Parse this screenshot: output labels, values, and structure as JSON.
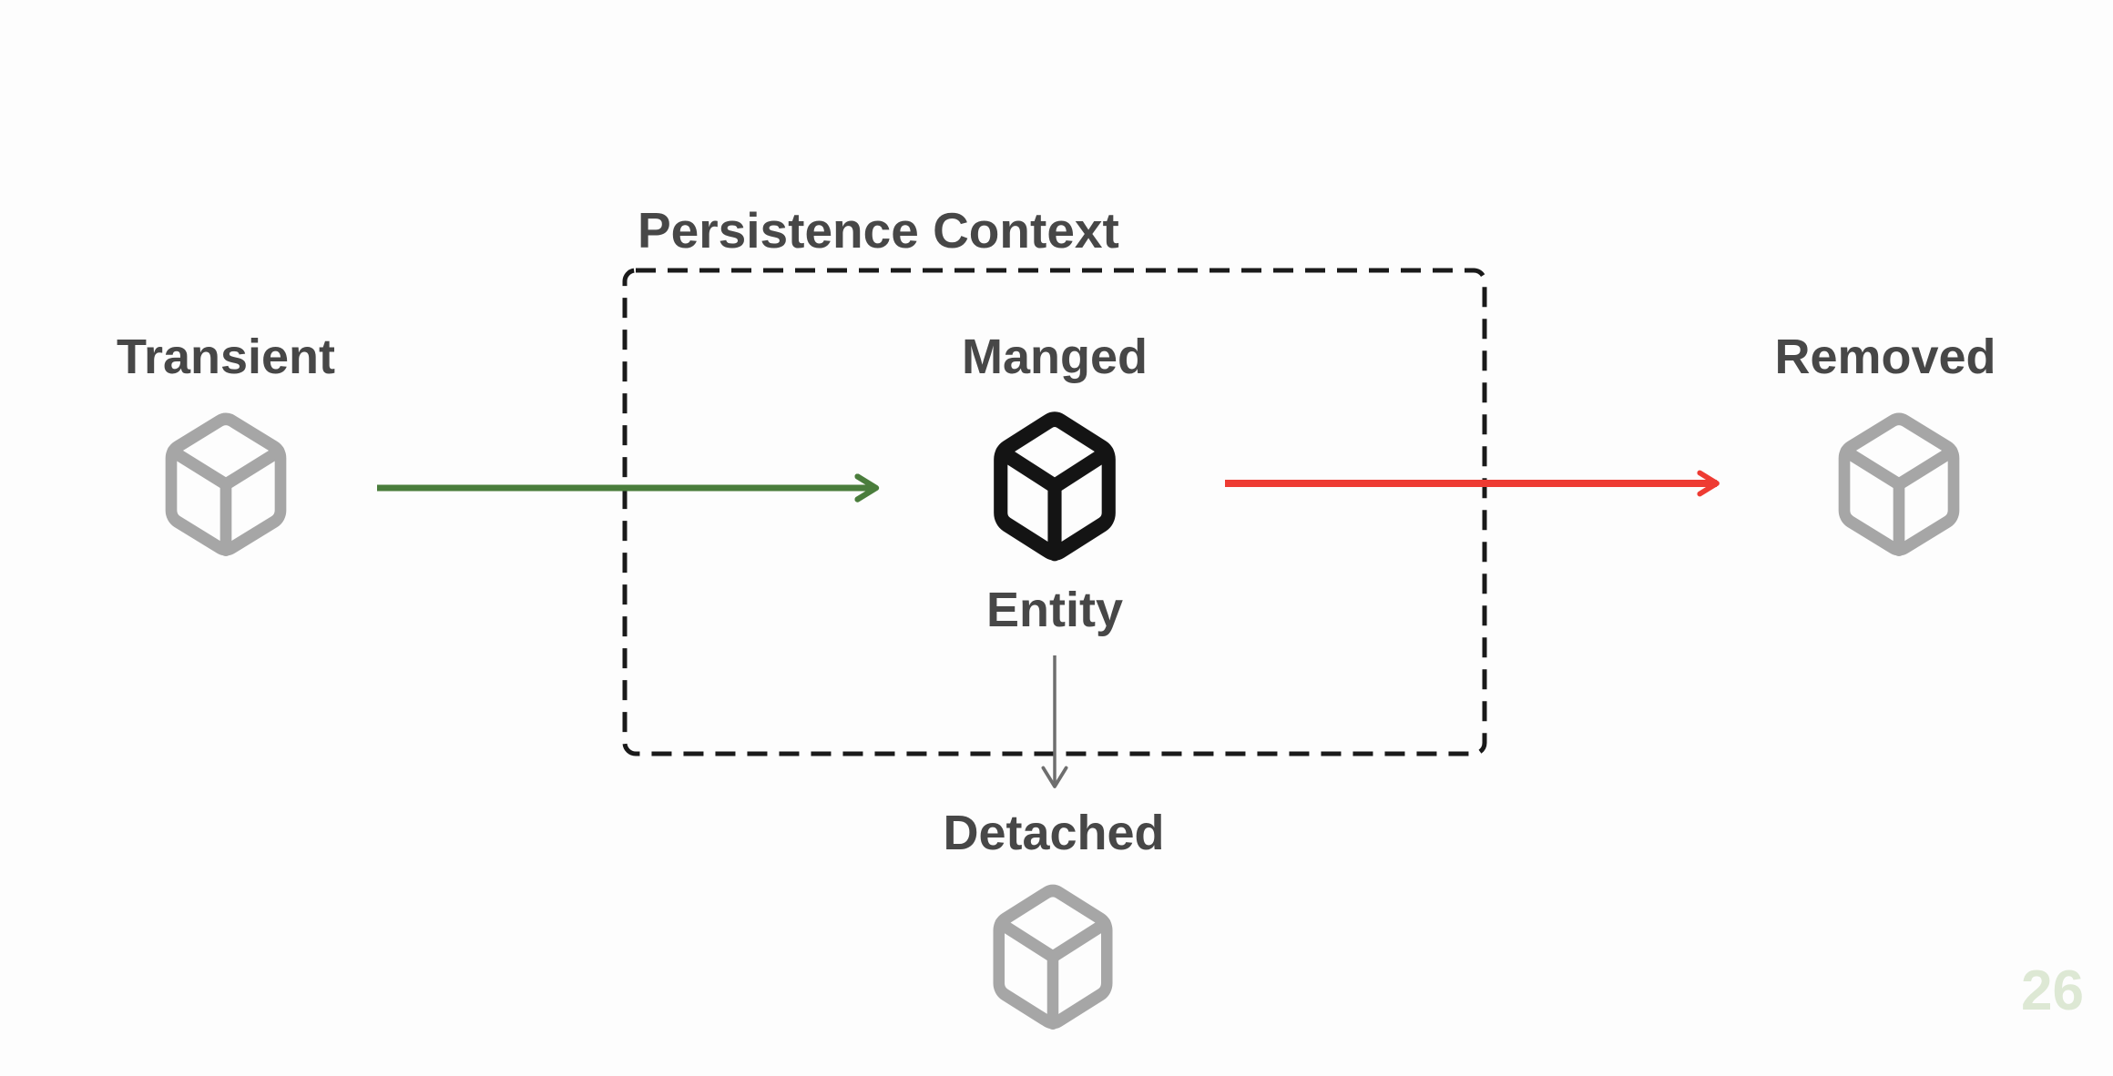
{
  "slide": {
    "page_number": "26"
  },
  "colors": {
    "label_text": "#474747",
    "box_border": "#1a1a1a",
    "icon_gray": "#a6a6a6",
    "icon_black": "#141414",
    "arrow_green": "#4a7d3c",
    "arrow_red": "#ee3b33",
    "arrow_gray": "#6e6e6e",
    "page_number": "#dde8d4",
    "background": "#fdfdfd"
  },
  "diagram": {
    "persistence_context_label": "Persistence Context",
    "states": {
      "transient": {
        "label": "Transient",
        "icon": "cube-icon"
      },
      "managed": {
        "label": "Manged",
        "sublabel": "Entity",
        "icon": "cube-icon"
      },
      "removed": {
        "label": "Removed",
        "icon": "cube-icon"
      },
      "detached": {
        "label": "Detached",
        "icon": "cube-icon"
      }
    },
    "transitions": {
      "green_arrow": {
        "from": "transient",
        "to": "managed",
        "direction": "right"
      },
      "red_arrow": {
        "from": "managed",
        "to": "removed",
        "direction": "right"
      },
      "gray_arrow": {
        "from": "managed",
        "to": "detached",
        "direction": "down"
      }
    }
  }
}
